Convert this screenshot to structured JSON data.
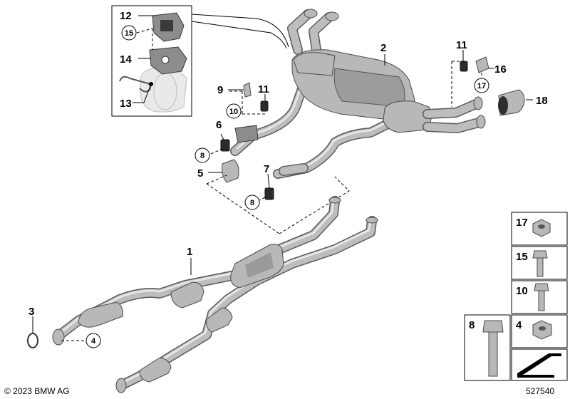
{
  "diagram": {
    "copyright": "© 2023 BMW AG",
    "drawing_number": "527540",
    "callouts": {
      "c1": "1",
      "c2": "2",
      "c3": "3",
      "c4": "4",
      "c5": "5",
      "c6": "6",
      "c7": "7",
      "c8a": "8",
      "c8b": "8",
      "c9": "9",
      "c10": "10",
      "c11a": "11",
      "c11b": "11",
      "c12": "12",
      "c13": "13",
      "c14": "14",
      "c15": "15",
      "c16": "16",
      "c17": "17",
      "c18": "18"
    },
    "parts_panel": {
      "p17": "17",
      "p15": "15",
      "p10": "10",
      "p8": "8",
      "p4": "4"
    }
  }
}
